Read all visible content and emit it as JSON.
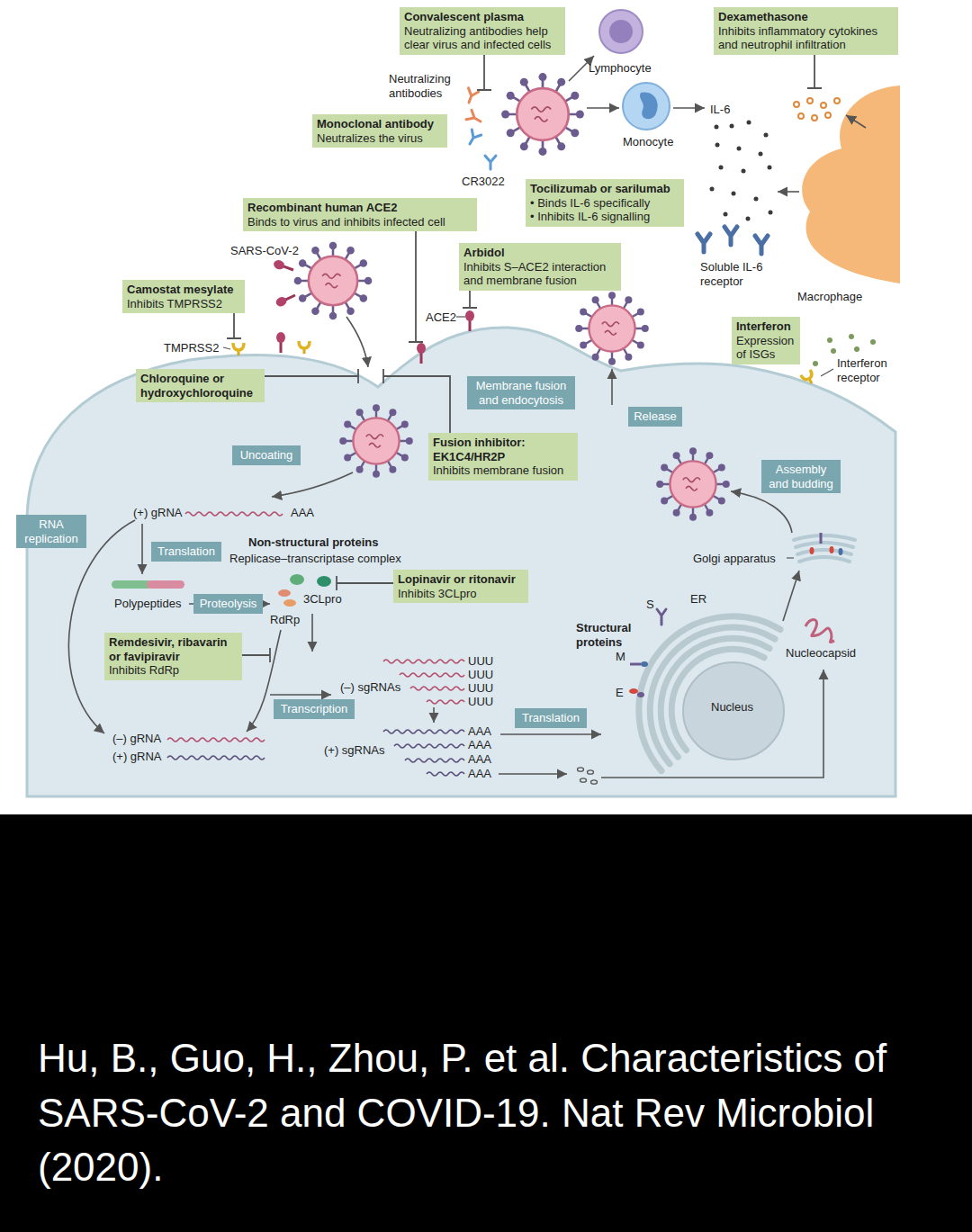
{
  "diagram": {
    "caption": "Hu, B., Guo, H., Zhou, P. et al. Characteristics of SARS-CoV-2 and COVID-19. Nat Rev Microbiol (2020).",
    "nodes": [
      {
        "text": [
          "Convalescent plasma",
          "Neutralizing antibodies help clear virus and infected cells"
        ]
      },
      {
        "text": [
          "Dexamethasone",
          "Inhibits inflammatory cytokines and neutrophil infiltration"
        ]
      },
      {
        "text": [
          "Monoclonal antibody",
          "Neutralizes the virus"
        ]
      },
      {
        "text": [
          "Tocilizumab or sarilumab",
          "• Binds IL-6 specifically",
          "• Inhibits IL-6 signalling"
        ]
      },
      {
        "text": [
          "Recombinant human ACE2",
          "Binds to virus and inhibits infected cell"
        ]
      },
      {
        "text": [
          "Arbidol",
          "Inhibits S–ACE2 interaction and membrane fusion"
        ]
      },
      {
        "text": [
          "Camostat mesylate",
          "Inhibits TMPRSS2"
        ]
      },
      {
        "text": [
          "Interferon",
          "Expression of ISGs"
        ]
      },
      {
        "text": [
          "Chloroquine or hydroxychloroquine"
        ]
      },
      {
        "text": [
          "Membrane fusion and endocytosis"
        ]
      },
      {
        "text": [
          "Release"
        ]
      },
      {
        "text": [
          "Fusion inhibitor: EK1C4/HR2P",
          "Inhibits membrane fusion"
        ]
      },
      {
        "text": [
          "Uncoating"
        ]
      },
      {
        "text": [
          "Assembly and budding"
        ]
      },
      {
        "text": [
          "RNA replication"
        ]
      },
      {
        "text": [
          "Translation"
        ]
      },
      {
        "text": [
          "Proteolysis"
        ]
      },
      {
        "text": [
          "Lopinavir or ritonavir",
          "Inhibits 3CLpro"
        ]
      },
      {
        "text": [
          "Remdesivir, ribavarin or favipiravir",
          "Inhibits RdRp"
        ]
      },
      {
        "text": [
          "Transcription"
        ]
      },
      {
        "text": [
          "Translation"
        ]
      }
    ],
    "labels": [
      "Neutralizing antibodies",
      "Lymphocyte",
      "IL-6",
      "Monocyte",
      "CR3022",
      "Soluble IL-6 receptor",
      "SARS-CoV-2",
      "Macrophage",
      "ACE2",
      "TMPRSS2",
      "Interferon receptor",
      "(+) gRNA",
      "AAA",
      "Non-structural proteins",
      "Replicase–transcriptase complex",
      "Golgi apparatus",
      "Polypeptides",
      "3CLpro",
      "ER",
      "S",
      "RdRp",
      "Structural proteins",
      "M",
      "Nucleocapsid",
      "UUU",
      "UUU",
      "(–) sgRNAs",
      "UUU",
      "E",
      "UUU",
      "Nucleus",
      "AAA",
      "(–) gRNA",
      "AAA",
      "(+) sgRNAs",
      "(+) gRNA",
      "AAA",
      "AAA"
    ]
  }
}
